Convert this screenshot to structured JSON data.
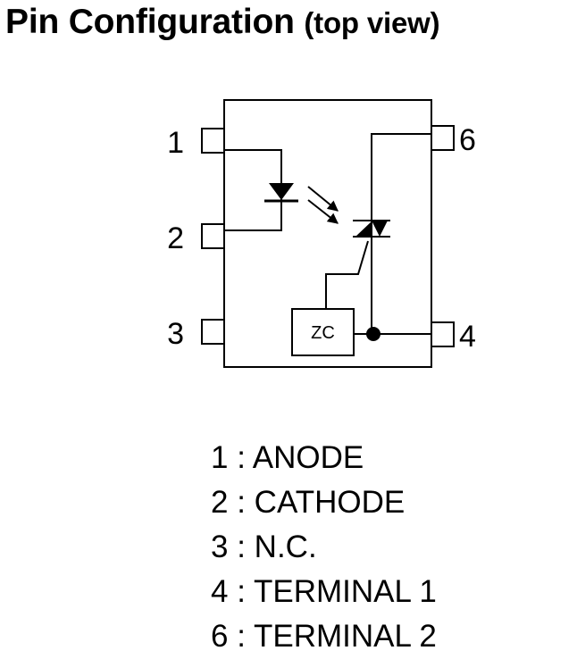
{
  "title": "Pin Configuration",
  "title_note": "(top view)",
  "pins": {
    "p1": "1",
    "p2": "2",
    "p3": "3",
    "p4": "4",
    "p6": "6"
  },
  "zc_label": "ZC",
  "pin_list": [
    {
      "num": "1",
      "sep": ":",
      "name": "ANODE"
    },
    {
      "num": "2",
      "sep": ":",
      "name": "CATHODE"
    },
    {
      "num": "3",
      "sep": ":",
      "name": "N.C."
    },
    {
      "num": "4",
      "sep": ":",
      "name": "TERMINAL 1"
    },
    {
      "num": "6",
      "sep": ":",
      "name": "TERMINAL 2"
    }
  ]
}
